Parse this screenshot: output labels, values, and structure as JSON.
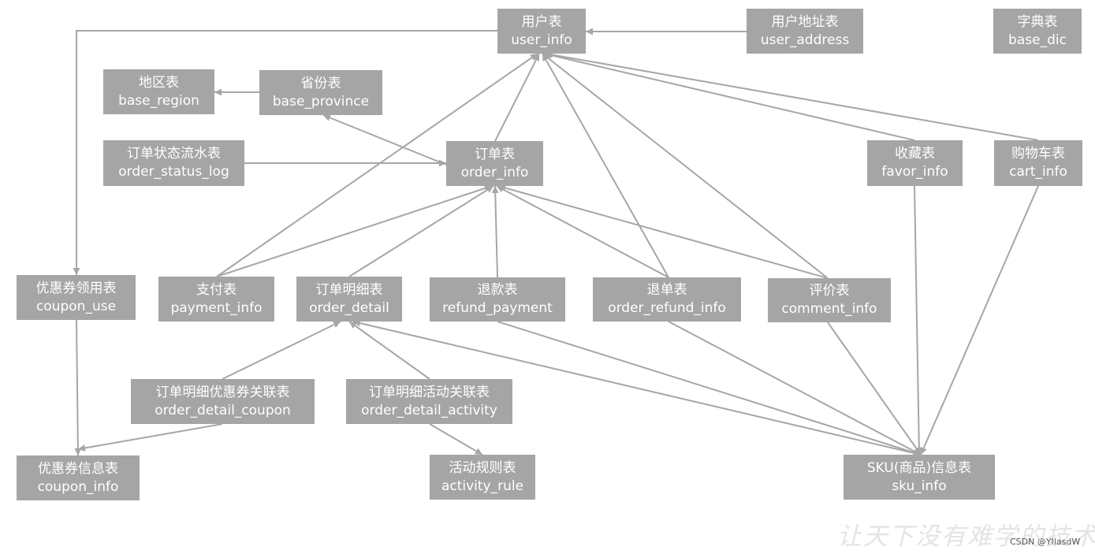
{
  "nodes": {
    "user_info": {
      "cn": "用户表",
      "en": "user_info"
    },
    "user_address": {
      "cn": "用户地址表",
      "en": "user_address"
    },
    "base_dic": {
      "cn": "字典表",
      "en": "base_dic"
    },
    "base_region": {
      "cn": "地区表",
      "en": "base_region"
    },
    "base_province": {
      "cn": "省份表",
      "en": "base_province"
    },
    "order_status_log": {
      "cn": "订单状态流水表",
      "en": "order_status_log"
    },
    "order_info": {
      "cn": "订单表",
      "en": "order_info"
    },
    "favor_info": {
      "cn": "收藏表",
      "en": "favor_info"
    },
    "cart_info": {
      "cn": "购物车表",
      "en": "cart_info"
    },
    "coupon_use": {
      "cn": "优惠券领用表",
      "en": "coupon_use"
    },
    "payment_info": {
      "cn": "支付表",
      "en": "payment_info"
    },
    "order_detail": {
      "cn": "订单明细表",
      "en": "order_detail"
    },
    "refund_payment": {
      "cn": "退款表",
      "en": "refund_payment"
    },
    "order_refund_info": {
      "cn": "退单表",
      "en": "order_refund_info"
    },
    "comment_info": {
      "cn": "评价表",
      "en": "comment_info"
    },
    "order_detail_coupon": {
      "cn": "订单明细优惠券关联表",
      "en": "order_detail_coupon"
    },
    "order_detail_activity": {
      "cn": "订单明细活动关联表",
      "en": "order_detail_activity"
    },
    "coupon_info": {
      "cn": "优惠券信息表",
      "en": "coupon_info"
    },
    "activity_rule": {
      "cn": "活动规则表",
      "en": "activity_rule"
    },
    "sku_info": {
      "cn": "SKU(商品)信息表",
      "en": "sku_info"
    }
  },
  "edges": [
    {
      "from": "user_address",
      "to": "user_info"
    },
    {
      "from": "user_info",
      "to": "coupon_use"
    },
    {
      "from": "base_province",
      "to": "base_region"
    },
    {
      "from": "order_info",
      "to": "base_province"
    },
    {
      "from": "order_status_log",
      "to": "order_info"
    },
    {
      "from": "order_info",
      "to": "user_info"
    },
    {
      "from": "payment_info",
      "to": "user_info"
    },
    {
      "from": "order_refund_info",
      "to": "user_info"
    },
    {
      "from": "comment_info",
      "to": "user_info"
    },
    {
      "from": "favor_info",
      "to": "user_info"
    },
    {
      "from": "cart_info",
      "to": "user_info"
    },
    {
      "from": "payment_info",
      "to": "order_info"
    },
    {
      "from": "order_detail",
      "to": "order_info"
    },
    {
      "from": "refund_payment",
      "to": "order_info"
    },
    {
      "from": "order_refund_info",
      "to": "order_info"
    },
    {
      "from": "comment_info",
      "to": "order_info"
    },
    {
      "from": "order_detail_coupon",
      "to": "order_detail"
    },
    {
      "from": "order_detail_activity",
      "to": "order_detail"
    },
    {
      "from": "sku_info",
      "to": "order_detail"
    },
    {
      "from": "coupon_use",
      "to": "coupon_info"
    },
    {
      "from": "order_detail_coupon",
      "to": "coupon_info"
    },
    {
      "from": "order_detail_activity",
      "to": "activity_rule"
    },
    {
      "from": "refund_payment",
      "to": "sku_info"
    },
    {
      "from": "order_refund_info",
      "to": "sku_info"
    },
    {
      "from": "comment_info",
      "to": "sku_info"
    },
    {
      "from": "favor_info",
      "to": "sku_info"
    },
    {
      "from": "cart_info",
      "to": "sku_info"
    }
  ],
  "watermark": "让天下没有难学的技术",
  "credit": "CSDN @YIlasdW",
  "colors": {
    "node": "#a5a5a5",
    "text": "#ffffff",
    "edge": "#a6a6a6"
  }
}
